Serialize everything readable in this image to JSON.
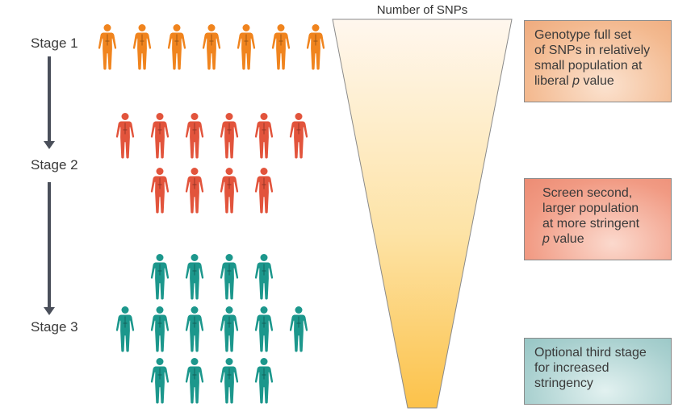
{
  "stages": [
    {
      "label": "Stage 1"
    },
    {
      "label": "Stage 2"
    },
    {
      "label": "Stage 3"
    }
  ],
  "people": {
    "stage1": {
      "color": "#f0841e",
      "count": 7
    },
    "stage2": {
      "color": "#e2543c",
      "count": 10
    },
    "stage3": {
      "color": "#1c978c",
      "count": 14
    }
  },
  "funnel": {
    "title": "Number of SNPs",
    "top_color": "#fff7ee",
    "bottom_color": "#fcc24a"
  },
  "boxes": [
    {
      "lines": [
        "Genotype full set",
        "of SNPs in relatively",
        "small population at"
      ],
      "last_prefix": "liberal ",
      "last_italic": "p",
      "last_suffix": " value"
    },
    {
      "lines": [
        "Screen second,",
        "larger population",
        "at more stringent"
      ],
      "last_prefix": "",
      "last_italic": "p",
      "last_suffix": " value"
    },
    {
      "lines": [
        "Optional third stage",
        "for increased",
        "stringency"
      ]
    }
  ]
}
